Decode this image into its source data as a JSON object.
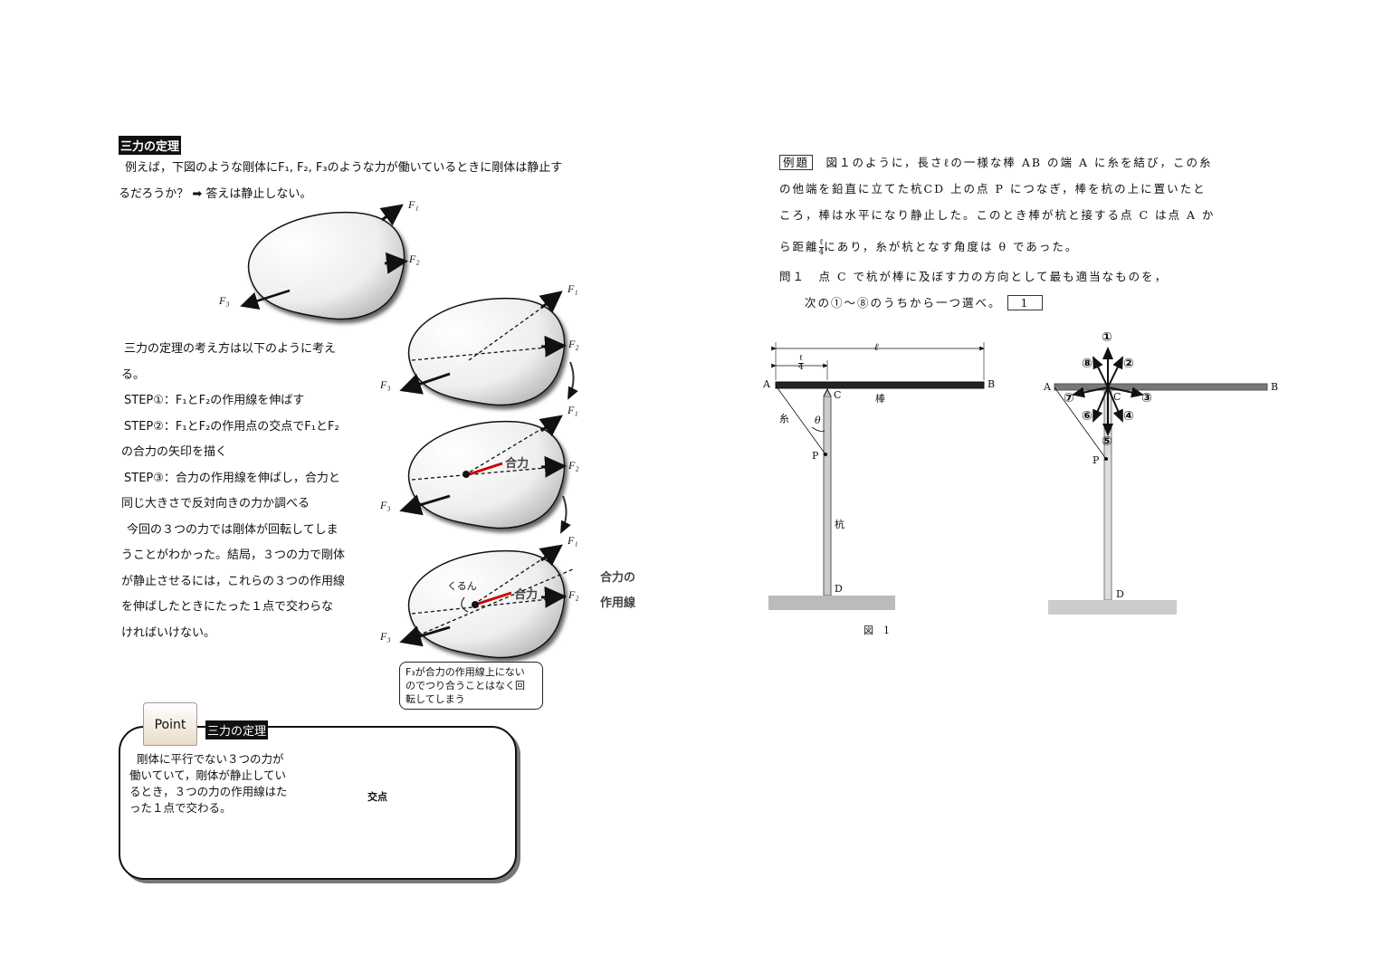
{
  "left": {
    "section_title": "三力の定理",
    "intro_line1": "例えば，下図のような剛体にF₁, F₂, F₃のような力が働いているときに剛体は静止す",
    "intro_line2": "るだろうか？ ➡ 答えは静止しない。",
    "force_labels": {
      "f1": "F₁",
      "f2": "F₂",
      "f3": "F₃"
    },
    "body_lines": [
      "三力の定理の考え方は以下のように考え",
      "る。",
      "STEP①：F₁とF₂の作用線を伸ばす",
      "STEP②：F₁とF₂の作用点の交点でF₁とF₂",
      "の合力の矢印を描く",
      "STEP③：合力の作用線を伸ばし，合力と",
      "同じ大きさで反対向きの力か調べる",
      "今回の３つの力では剛体が回転してしま",
      "うことがわかった。結局，３つの力で剛体",
      "が静止させるには，これらの３つの作用線",
      "を伸ばしたときにたった１点で交わらな",
      "ければいけない。"
    ],
    "resultant_label": "合力",
    "rotation_label": "くるん",
    "resultant_line_label_1": "合力の",
    "resultant_line_label_2": "作用線",
    "bubble_lines": [
      "F₃が合力の作用線上にない",
      "のでつり合うことはなく回",
      "転してしまう"
    ],
    "point": {
      "badge": "Point",
      "title": "三力の定理",
      "lines": [
        "剛体に平行でない３つの力が",
        "働いていて，剛体が静止してい",
        "るとき，３つの力の作用線はた",
        "った１点で交わる。"
      ],
      "intersection_label": "交点"
    }
  },
  "right": {
    "example_badge": "例題",
    "lines": [
      "図１のように，長さℓの一様な棒 AB の端 A に糸を結び，この糸",
      "の他端を鉛直に立てた杭CD 上の点 P につなぎ，棒を杭の上に置いたと",
      "ころ，棒は水平になり静止した。このとき棒が杭と接する点 C は点 A か"
    ],
    "line4_pre": "ら距離",
    "frac_num": "ℓ",
    "frac_den": "4",
    "line4_post": "にあり，糸が杭となす角度は θ であった。",
    "question_label": "問１",
    "question_line1": "点 C で杭が棒に及ぼす力の方向として最も適当なものを，",
    "question_line2": "次の①〜⑧のうちから一つ選べ。",
    "answer_box": "1",
    "fig1": {
      "A": "A",
      "B": "B",
      "C": "C",
      "D": "D",
      "P": "P",
      "rod": "棒",
      "string": "糸",
      "post": "杭",
      "theta": "θ",
      "ell": "ℓ",
      "quarter_num": "ℓ",
      "quarter_den": "4",
      "caption": "図　1"
    },
    "fig2": {
      "A": "A",
      "B": "B",
      "C": "C",
      "D": "D",
      "P": "P",
      "choices": [
        "①",
        "②",
        "③",
        "④",
        "⑤",
        "⑥",
        "⑦",
        "⑧"
      ]
    }
  }
}
